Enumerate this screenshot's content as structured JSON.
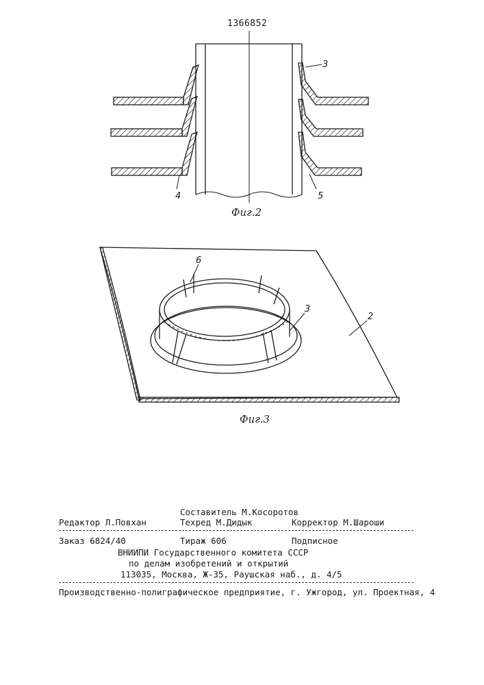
{
  "header": {
    "doc_number": "1366852"
  },
  "fig2": {
    "caption": "Фиг.2",
    "label_3": "3",
    "label_4": "4",
    "label_5": "5"
  },
  "fig3": {
    "caption": "Фиг.3",
    "label_6": "6",
    "label_3": "3",
    "label_2": "2"
  },
  "imprint": {
    "compiler": "Составитель М.Косоротов",
    "editor": "Редактор Л.Повхан",
    "techred": "Техред М.Дидык",
    "corrector": "Корректор М.Шароши",
    "order": "Заказ 6824/40",
    "circulation": "Тираж 606",
    "subscription": "Подписное",
    "org_line1": "ВНИИПИ Государственного комитета СССР",
    "org_line2": "по делам изобретений и открытий",
    "org_line3": "113035, Москва, Ж-35, Раушская наб., д. 4/5",
    "printer": "Производственно-полиграфическое предприятие, г. Ужгород, ул. Проектная, 4"
  }
}
